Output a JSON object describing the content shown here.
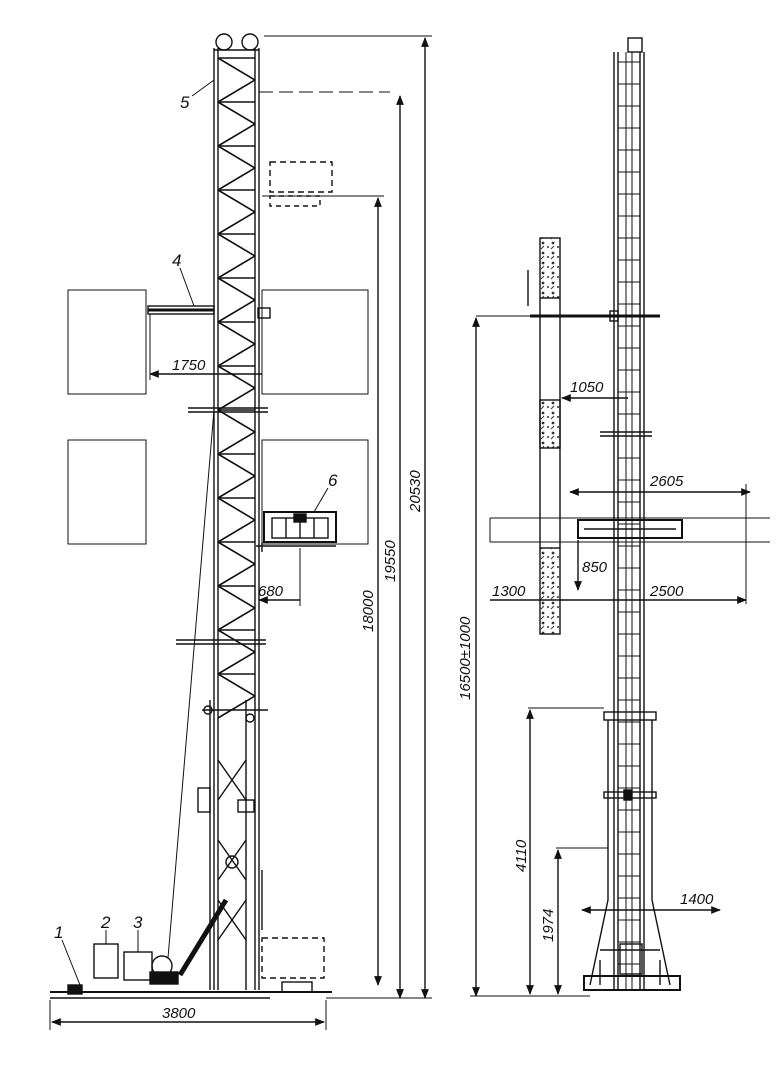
{
  "callouts": {
    "c1": "1",
    "c2": "2",
    "c3": "3",
    "c4": "4",
    "c5": "5",
    "c6": "6"
  },
  "dims_left": {
    "base_width": "3800",
    "arm_reach": "1750",
    "cage_offset": "680",
    "h_18000": "18000",
    "h_19550": "19550",
    "h_20530": "20530"
  },
  "dims_right": {
    "d_1050": "1050",
    "d_2605": "2605",
    "d_850": "850",
    "d_1300": "1300",
    "d_2500": "2500",
    "d_16500": "16500±1000",
    "d_4110": "4110",
    "d_1974": "1974",
    "d_1400": "1400"
  }
}
